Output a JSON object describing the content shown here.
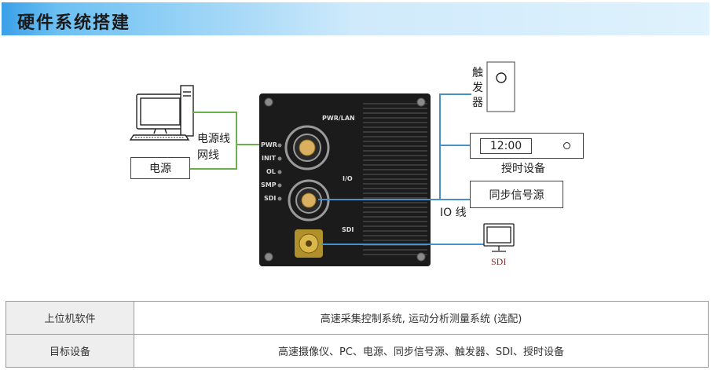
{
  "header": {
    "title": "硬件系统搭建"
  },
  "diagram": {
    "power_cable_label_1": "电源线",
    "power_cable_label_2": "网线",
    "power_box_label": "电源",
    "trigger_label": [
      "触",
      "发",
      "器"
    ],
    "timing_display": "12:00",
    "timing_label": "授时设备",
    "sync_source_label": "同步信号源",
    "io_cable_label": "IO 线",
    "sdi_monitor_label": "SDI",
    "device": {
      "pwr_lan": "PWR/LAN",
      "io": "I/O",
      "sdi": "SDI",
      "leds": [
        "PWR",
        "INIT",
        "OL",
        "SMP",
        "SDI"
      ]
    },
    "colors": {
      "green_cable": "#6ab04c",
      "blue_cable": "#4a90c8",
      "device_body": "#1b1b1b"
    }
  },
  "spec_table": {
    "rows": [
      {
        "key": "上位机软件",
        "value": "高速采集控制系统, 运动分析测量系统 (选配)"
      },
      {
        "key": "目标设备",
        "value": "高速摄像仪、PC、电源、同步信号源、触发器、SDI、授时设备"
      }
    ]
  }
}
